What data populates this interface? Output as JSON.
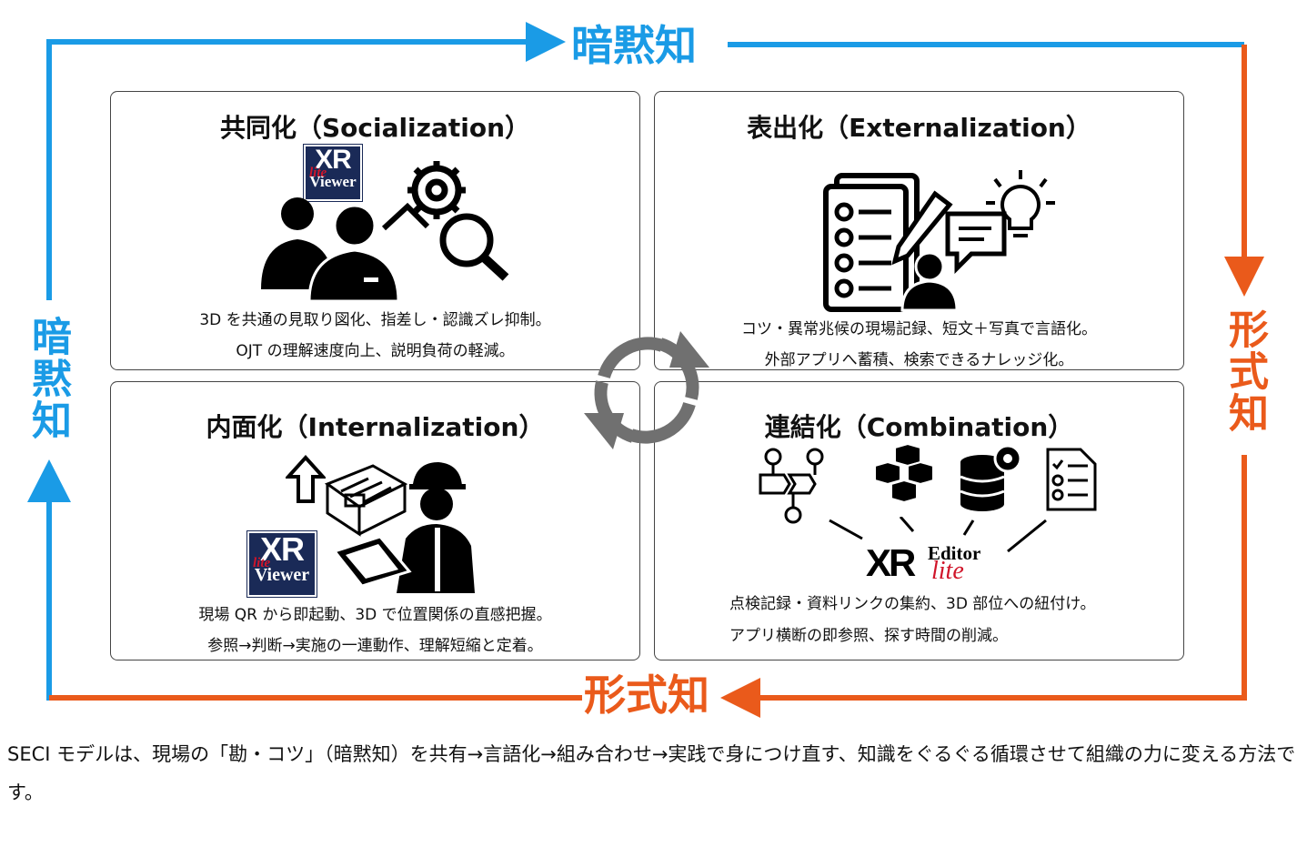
{
  "labels": {
    "top": "暗黙知",
    "left": "暗黙知",
    "right": "形式知",
    "bottom": "形式知"
  },
  "colors": {
    "tacit": "#1a9be6",
    "explicit": "#ea5a1b",
    "cycle": "#6f6f6f"
  },
  "quadrants": {
    "socialization": {
      "title": "共同化（Socialization）",
      "lines": [
        "3D を共通の見取り図化、指差し・認識ズレ抑制。",
        "OJT の理解速度向上、説明負荷の軽減。"
      ],
      "logo": {
        "main": "XR",
        "script": "lite",
        "sub": "Viewer"
      },
      "icons": [
        "people-icon",
        "gear-icon",
        "magnifier-icon"
      ]
    },
    "externalization": {
      "title": "表出化（Externalization）",
      "lines": [
        "コツ・異常兆候の現場記録、短文＋写真で言語化。",
        "外部アプリへ蓄積、検索できるナレッジ化。"
      ],
      "icons": [
        "checklist-icon",
        "pen-icon",
        "user-icon",
        "chat-icon",
        "lightbulb-icon"
      ]
    },
    "internalization": {
      "title": "内面化（Internalization）",
      "lines": [
        "現場 QR から即起動、3D で位置関係の直感把握。",
        "参照→判断→実施の一連動作、理解短縮と定着。"
      ],
      "logo": {
        "main": "XR",
        "script": "lite",
        "sub": "Viewer"
      },
      "icons": [
        "up-arrow-icon",
        "3d-model-icon",
        "worker-with-tablet-icon"
      ]
    },
    "combination": {
      "title": "連結化（Combination）",
      "lines": [
        "点検記録・資料リンクの集約、3D 部位への紐付け。",
        "アプリ横断の即参照、探す時間の削減。"
      ],
      "logo": {
        "main": "XR",
        "script": "lite",
        "sub": "Editor"
      },
      "icons": [
        "flow-icon",
        "cubes-icon",
        "database-gear-icon",
        "survey-icon"
      ]
    }
  },
  "caption": "SECI モデルは、現場の「勘・コツ」（暗黙知）を共有→言語化→組み合わせ→実践で身につけ直す、知識をぐるぐる循環させて組織の力に変える方法です。"
}
